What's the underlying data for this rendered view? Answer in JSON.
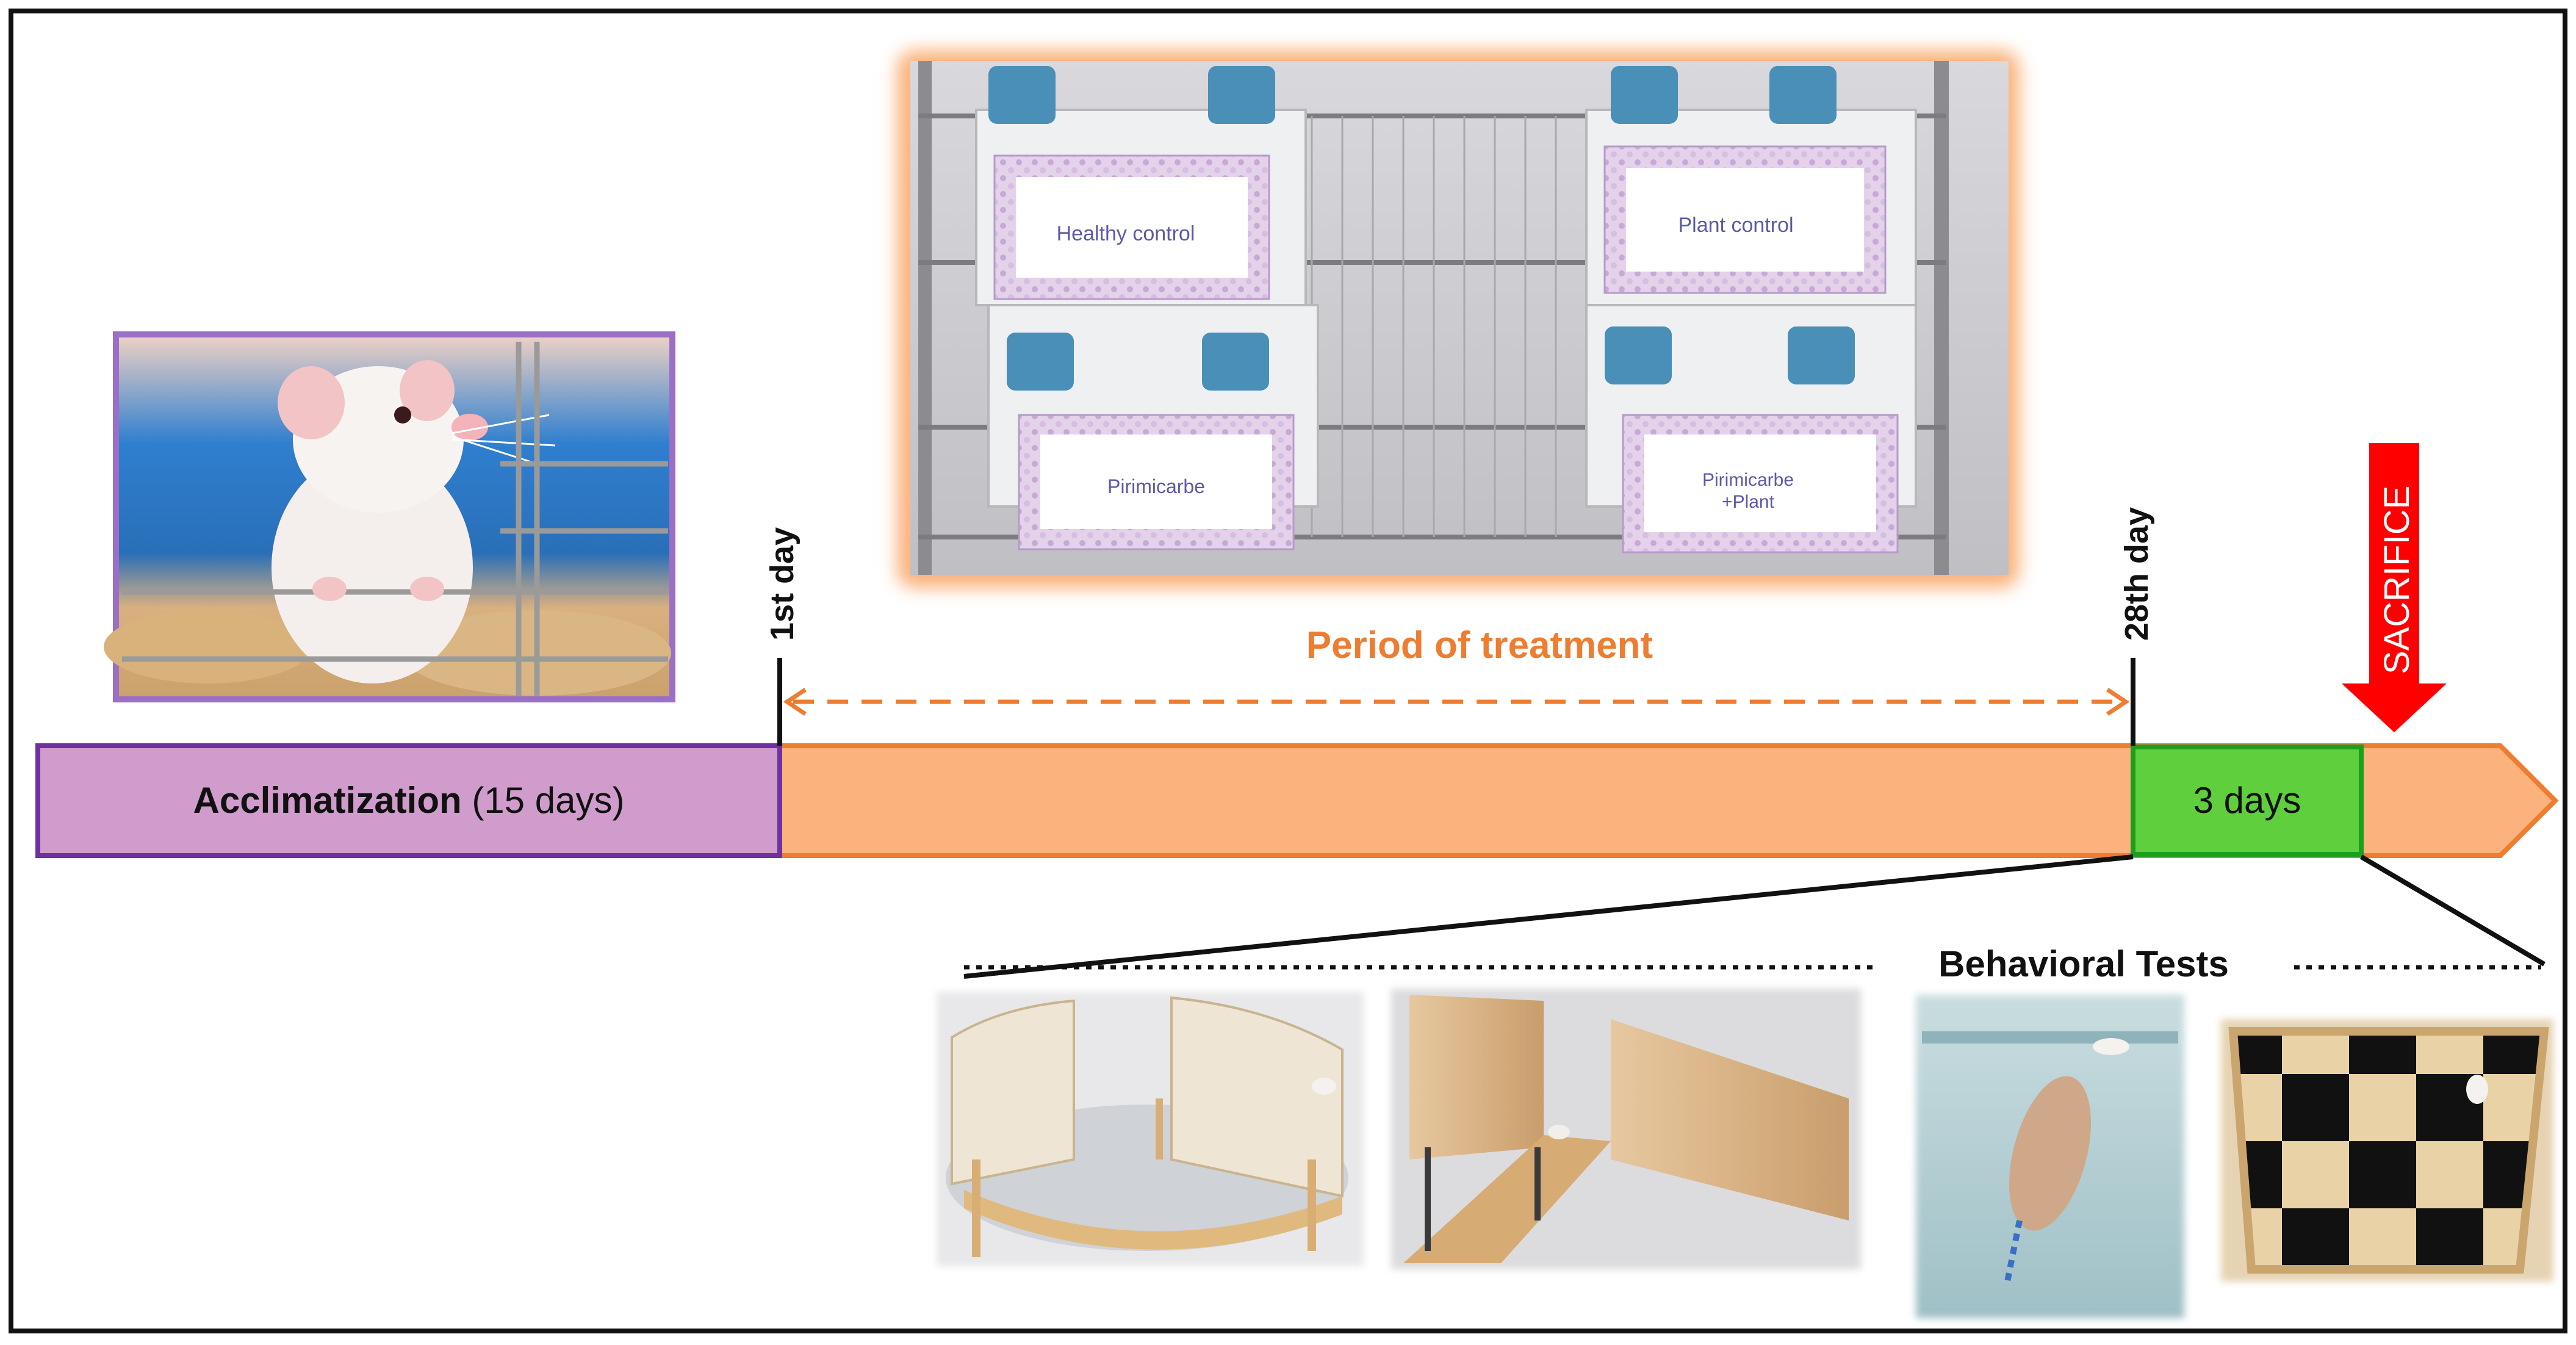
{
  "diagram": {
    "timeline": {
      "acclimatization_bold": "Acclimatization",
      "acclimatization_rest": " (15 days)",
      "three_days": "3 days",
      "period_of_treatment": "Period of treatment",
      "first_day": "1st day",
      "day_28": "28th day",
      "sacrifice": "SACRIFICE",
      "behavioral_tests": "Behavioral Tests"
    },
    "cage_labels": [
      "Healthy control",
      "Plant control",
      "Pirimicarbe",
      "Pirimicarbe",
      "+Plant"
    ],
    "colors": {
      "acclimatization_fill": "#cf9ccb",
      "acclimatization_stroke": "#7030a0",
      "treatment_fill": "#fbb27c",
      "treatment_stroke": "#ed7d31",
      "three_days_fill": "#5fcf3e",
      "three_days_stroke": "#1e9e1e",
      "orange_text": "#ed7d31",
      "sacrifice_red": "#ff0000"
    }
  }
}
